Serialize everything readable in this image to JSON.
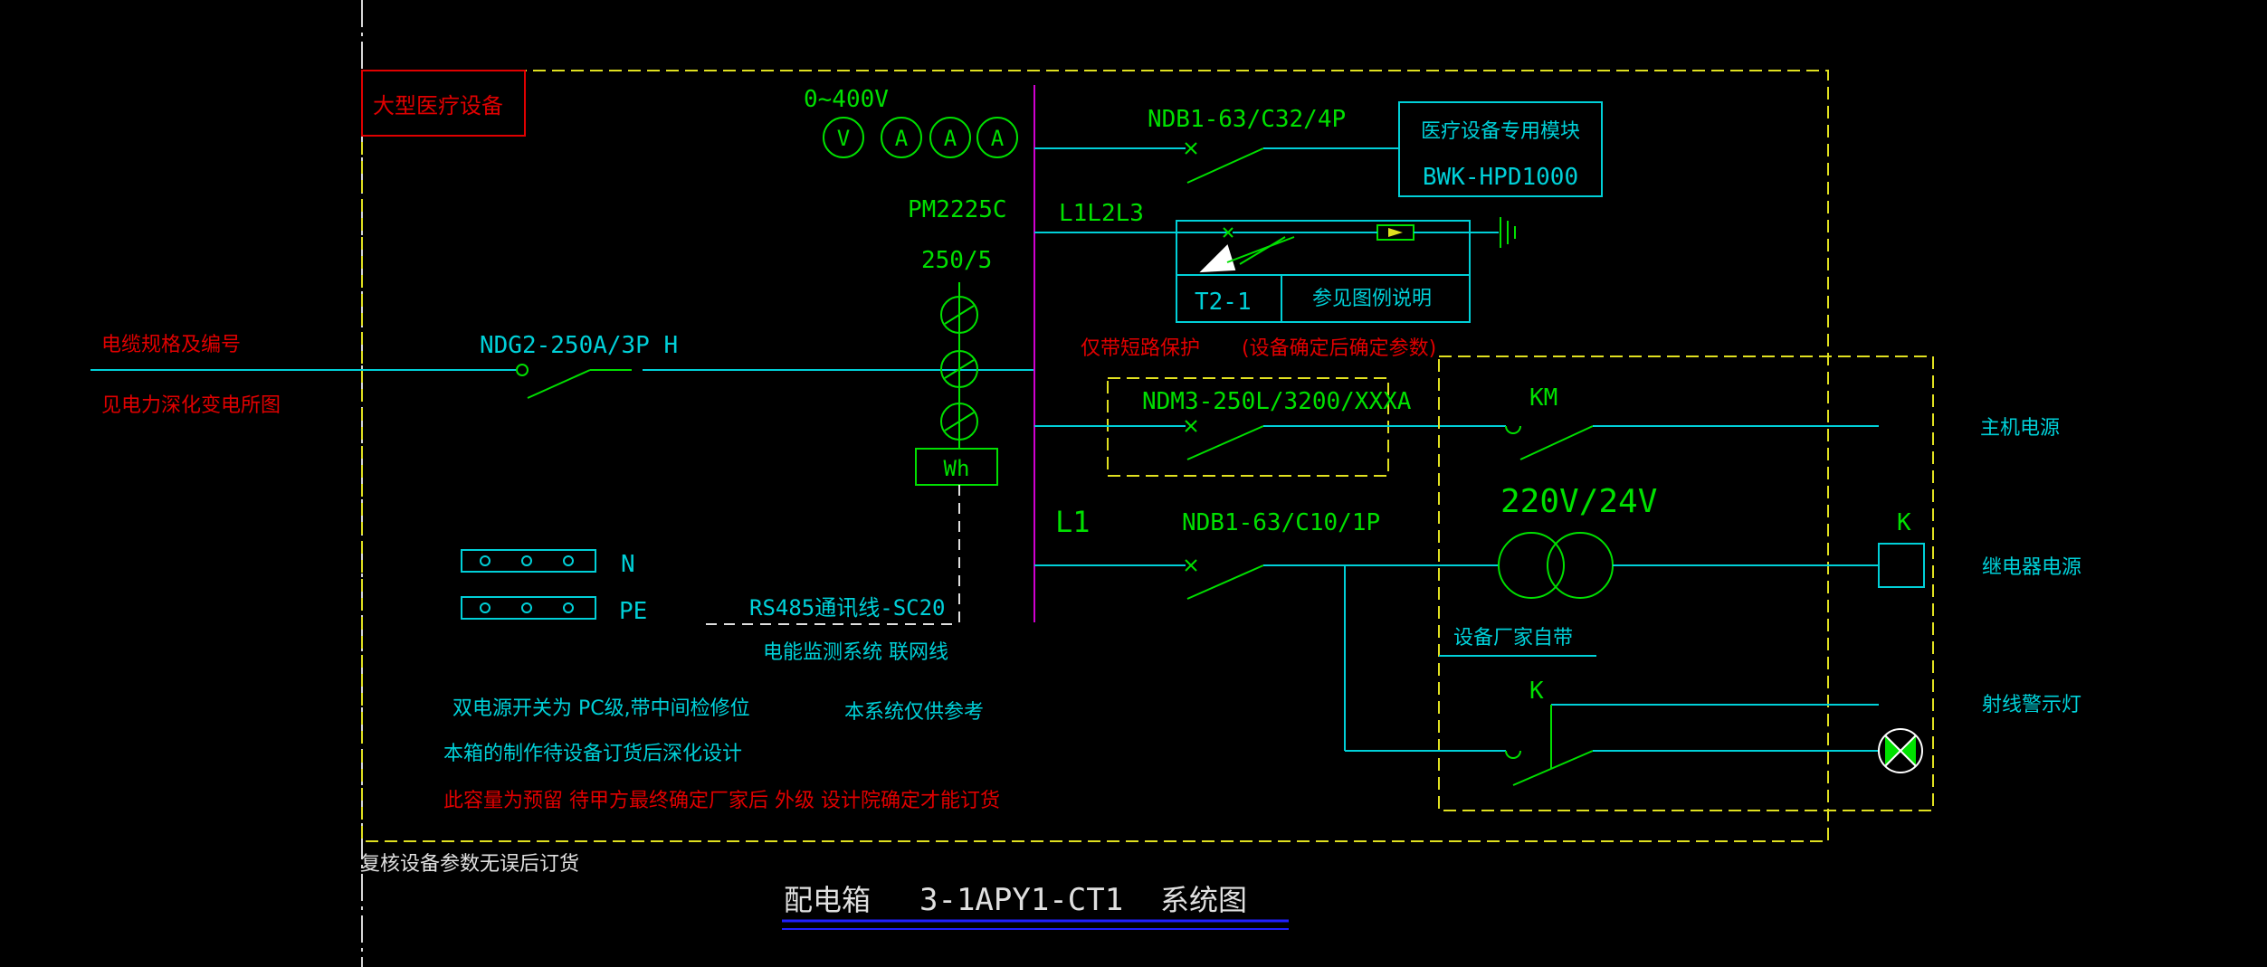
{
  "colors": {
    "background": "#000000",
    "cyan": "#00d0d8",
    "green": "#00e000",
    "yellow": "#e0e020",
    "red": "#e00000",
    "magenta": "#d000d0",
    "blue": "#2020ff",
    "white": "#ffffff"
  },
  "panel": {
    "title_tag": "大型医疗设备",
    "bottom_note": "复核设备参数无误后订货"
  },
  "incoming": {
    "cable_label": "电缆规格及编号",
    "ref_label": "见电力深化变电所图",
    "main_breaker": "NDG2-250A/3P H"
  },
  "metering": {
    "voltage_range": "0~400V",
    "meter_symbols": [
      "V",
      "A",
      "A",
      "A"
    ],
    "power_meter": "PM2225C",
    "ct_ratio": "250/5",
    "energy_meter": "Wh",
    "comm_line": "RS485通讯线-SC20",
    "comm_system": "电能监测系统 联网线",
    "system_note": "本系统仅供参考"
  },
  "bars": {
    "neutral": "N",
    "earth": "PE"
  },
  "notes": [
    "双电源开关为 PC级,带中间检修位",
    "本箱的制作待设备订货后深化设计",
    "此容量为预留 待甲方最终确定厂家后 外级 设计院确定才能订货"
  ],
  "branches": {
    "b1_breaker": "NDB1-63/C32/4P",
    "b1_module_name": "医疗设备专用模块",
    "b1_module_model": "BWK-HPD1000",
    "spd_phase": "L1L2L3",
    "spd_type": "T2-1",
    "spd_note": "参见图例说明",
    "protect_note": "仅带短路保护",
    "confirm_note": "(设备确定后确定参数)",
    "b2_breaker": "NDM3-250L/3200/XXXA",
    "b2_contactor": "KM",
    "b2_output": "主机电源",
    "b3_phase": "L1",
    "b3_breaker": "NDB1-63/C10/1P",
    "transformer": "220V/24V",
    "relay": "K",
    "b3_output": "继电器电源",
    "vendor_note": "设备厂家自带",
    "b4_contact": "K",
    "b4_output": "射线警示灯"
  },
  "title_block": {
    "prefix": "配电箱",
    "code": "3-1APY1-CT1",
    "suffix": "系统图"
  }
}
